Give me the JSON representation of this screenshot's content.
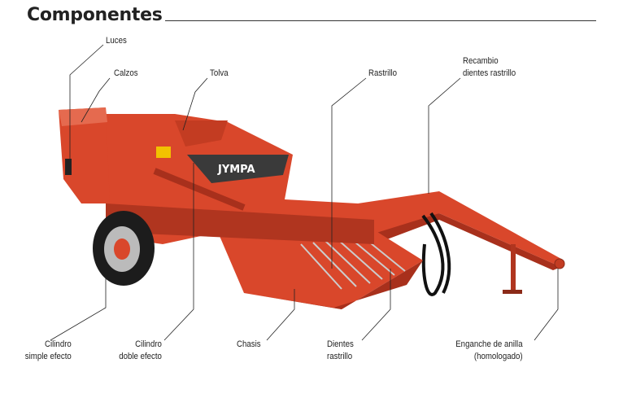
{
  "title": "Componentes",
  "brand": "JYMPA",
  "labels": {
    "luces": "Luces",
    "calzos": "Calzos",
    "tolva": "Tolva",
    "rastrillo": "Rastrillo",
    "recambio_1": "Recambio",
    "recambio_2": "dientes rastrillo",
    "cil_simple_1": "Cilindro",
    "cil_simple_2": "simple efecto",
    "cil_doble_1": "Cilindro",
    "cil_doble_2": "doble efecto",
    "chasis": "Chasis",
    "dientes_1": "Dientes",
    "dientes_2": "rastrillo",
    "enganche_1": "Enganche de anilla",
    "enganche_2": "(homologado)"
  },
  "colors": {
    "machine": "#d9472b",
    "machine_dark": "#a8301c",
    "text": "#222222"
  }
}
